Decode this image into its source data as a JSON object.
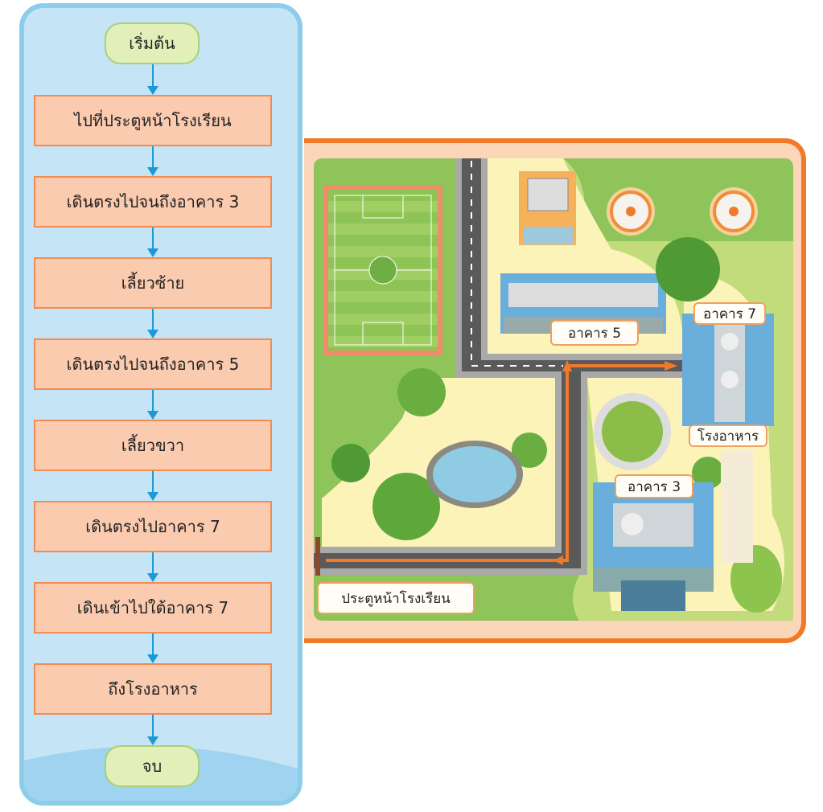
{
  "flowchart": {
    "start": "เริ่มต้น",
    "steps": [
      "ไปที่ประตูหน้าโรงเรียน",
      "เดินตรงไปจนถึงอาคาร 3",
      "เลี้ยวซ้าย",
      "เดินตรงไปจนถึงอาคาร 5",
      "เลี้ยวขวา",
      "เดินตรงไปอาคาร 7",
      "เดินเข้าไปใต้อาคาร 7",
      "ถึงโรงอาหาร"
    ],
    "end": "จบ"
  },
  "map": {
    "labels": {
      "building5": "อาคาร 5",
      "building7": "อาคาร 7",
      "canteen": "โรงอาหาร",
      "building3": "อาคาร 3",
      "gate": "ประตูหน้าโรงเรียน"
    },
    "colors": {
      "route": "#f07a2a",
      "frame": "#f07a2a",
      "grass": "#8fc45a",
      "road": "#5a5a5a"
    }
  }
}
